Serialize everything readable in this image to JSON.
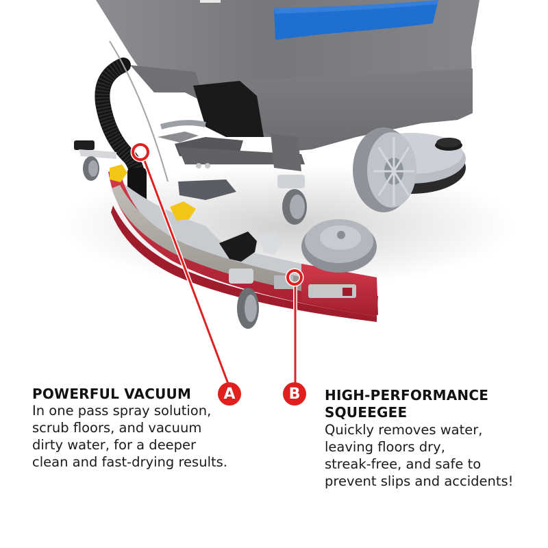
{
  "illustration": {
    "subject": "floor scrubber machine underside close-up",
    "colors": {
      "body_gray": "#7d7f83",
      "body_blue": "#1f6fd1",
      "squeegee_red": "#c2283a",
      "squeegee_steel": "#a9a49f",
      "knob_yellow": "#f2c516",
      "knob_black": "#1b1b1b",
      "hose_black": "#151515",
      "wheel_gray": "#a6aab0"
    }
  },
  "callouts": {
    "accent_color": "#e0201f",
    "a": {
      "letter": "A",
      "title": "POWERFUL VACUUM",
      "body": "In one pass spray solution, scrub floors, and vacuum dirty water, for a deeper clean and fast-drying results.",
      "lines": [
        "In one pass spray solution,",
        "scrub floors, and vacuum",
        "dirty water, for a deeper",
        "clean and fast-drying results."
      ]
    },
    "b": {
      "letter": "B",
      "title_lines": [
        "HIGH-PERFORMANCE",
        "SQUEEGEE"
      ],
      "body": "Quickly removes water, leaving floors dry, streak-free, and safe to prevent slips and accidents!",
      "lines": [
        "Quickly removes water,",
        "leaving floors dry,",
        "streak-free, and safe to",
        "prevent slips and accidents!"
      ]
    }
  }
}
